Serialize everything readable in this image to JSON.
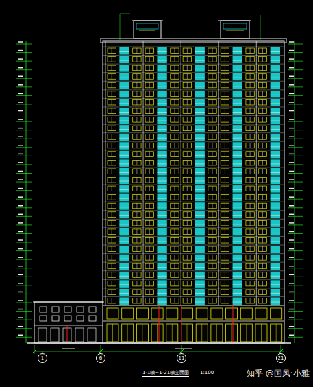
{
  "diagram": {
    "title": "1-1轴~1-21轴立面图",
    "nodes": [
      {
        "text": [
          "1"
        ]
      },
      {
        "text": [
          "6"
        ]
      },
      {
        "text": [
          "11"
        ]
      },
      {
        "text": [
          "21"
        ]
      }
    ],
    "labels": [
      "1:100",
      "知乎 @国风·小雅"
    ]
  }
}
